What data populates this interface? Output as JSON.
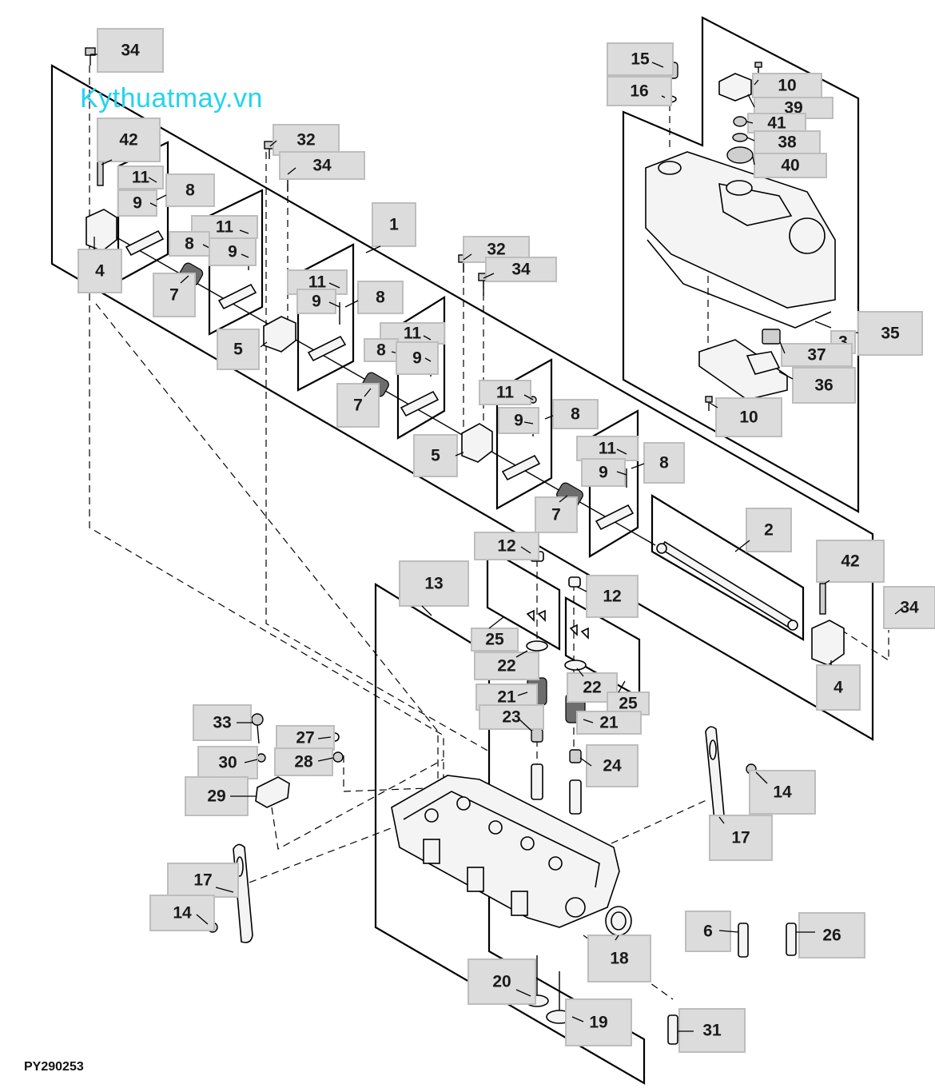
{
  "watermark": "Kythuatmay.vn",
  "figure_code": "PY290253",
  "callouts": [
    "34",
    "42",
    "11",
    "9",
    "8",
    "4",
    "11",
    "8",
    "9",
    "7",
    "32",
    "34",
    "11",
    "9",
    "8",
    "5",
    "1",
    "11",
    "8",
    "9",
    "7",
    "32",
    "34",
    "11",
    "9",
    "8",
    "5",
    "11",
    "9",
    "8",
    "7",
    "15",
    "10",
    "16",
    "39",
    "41",
    "38",
    "40",
    "35",
    "3",
    "37",
    "36",
    "10",
    "2",
    "12",
    "12",
    "13",
    "42",
    "34",
    "25",
    "22",
    "4",
    "22",
    "21",
    "25",
    "23",
    "21",
    "24",
    "33",
    "27",
    "30",
    "28",
    "29",
    "14",
    "17",
    "17",
    "14",
    "6",
    "26",
    "18",
    "20",
    "19",
    "31"
  ]
}
